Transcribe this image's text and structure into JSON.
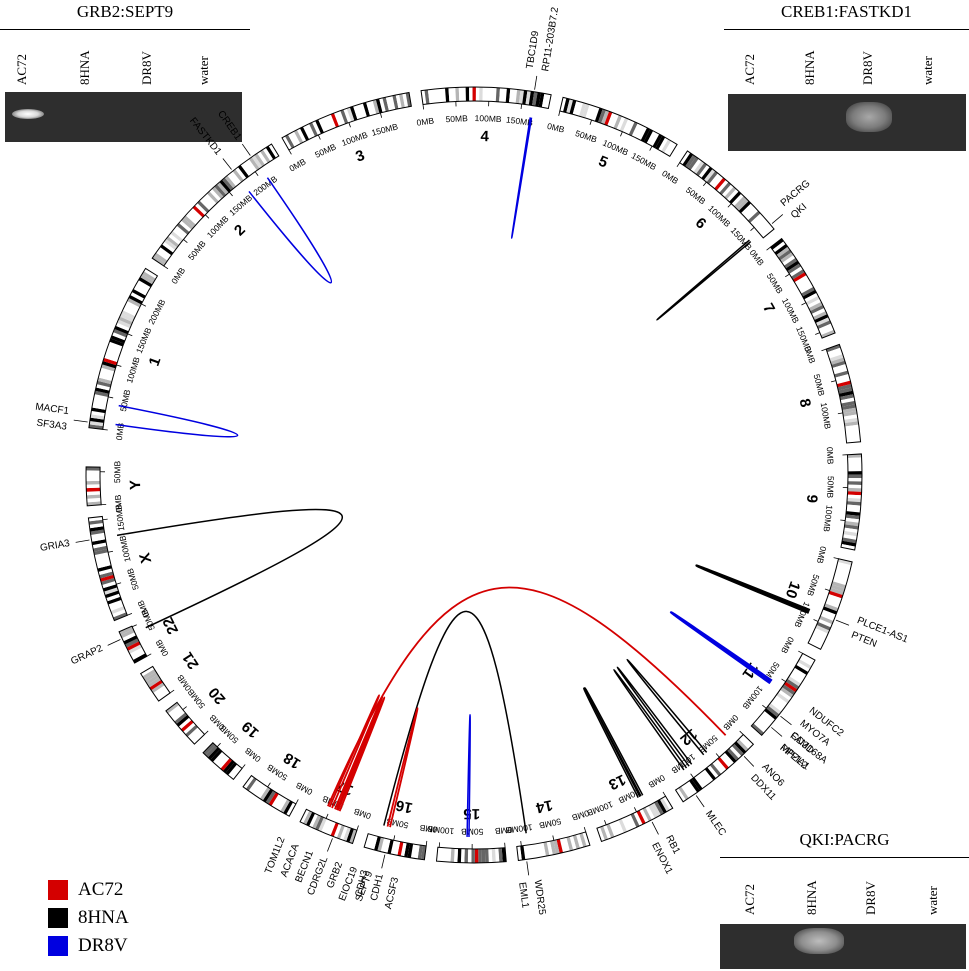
{
  "figure": {
    "chromosomes": [
      {
        "name": "1",
        "size": 249,
        "ticks": [
          "0MB",
          "50MB",
          "100MB",
          "150MB",
          "200MB"
        ]
      },
      {
        "name": "2",
        "size": 243,
        "ticks": [
          "0MB",
          "50MB",
          "100MB",
          "150MB",
          "200MB"
        ]
      },
      {
        "name": "3",
        "size": 198,
        "ticks": [
          "0MB",
          "50MB",
          "100MB",
          "150MB"
        ]
      },
      {
        "name": "4",
        "size": 191,
        "ticks": [
          "0MB",
          "50MB",
          "100MB",
          "150MB"
        ]
      },
      {
        "name": "5",
        "size": 181,
        "ticks": [
          "0MB",
          "50MB",
          "100MB",
          "150MB"
        ]
      },
      {
        "name": "6",
        "size": 171,
        "ticks": [
          "0MB",
          "50MB",
          "100MB",
          "150MB"
        ]
      },
      {
        "name": "7",
        "size": 159,
        "ticks": [
          "0MB",
          "50MB",
          "100MB",
          "150MB"
        ]
      },
      {
        "name": "8",
        "size": 146,
        "ticks": [
          "0MB",
          "50MB",
          "100MB"
        ]
      },
      {
        "name": "9",
        "size": 141,
        "ticks": [
          "0MB",
          "50MB",
          "100MB"
        ]
      },
      {
        "name": "10",
        "size": 136,
        "ticks": [
          "0MB",
          "50MB",
          "100MB"
        ]
      },
      {
        "name": "11",
        "size": 135,
        "ticks": [
          "0MB",
          "50MB",
          "100MB"
        ]
      },
      {
        "name": "12",
        "size": 133,
        "ticks": [
          "0MB",
          "50MB",
          "100MB"
        ]
      },
      {
        "name": "13",
        "size": 115,
        "ticks": [
          "0MB",
          "50MB",
          "100MB"
        ]
      },
      {
        "name": "14",
        "size": 107,
        "ticks": [
          "0MB",
          "50MB",
          "100MB"
        ]
      },
      {
        "name": "15",
        "size": 102,
        "ticks": [
          "0MB",
          "50MB",
          "100MB"
        ]
      },
      {
        "name": "16",
        "size": 90,
        "ticks": [
          "0MB",
          "50MB"
        ]
      },
      {
        "name": "17",
        "size": 83,
        "ticks": [
          "0MB",
          "50MB"
        ]
      },
      {
        "name": "18",
        "size": 80,
        "ticks": [
          "0MB",
          "50MB"
        ]
      },
      {
        "name": "19",
        "size": 59,
        "ticks": [
          "0MB",
          "50MB"
        ]
      },
      {
        "name": "20",
        "size": 64,
        "ticks": [
          "0MB",
          "50MB"
        ]
      },
      {
        "name": "21",
        "size": 48,
        "ticks": [
          "0MB"
        ]
      },
      {
        "name": "22",
        "size": 51,
        "ticks": [
          "0MB",
          "50MB"
        ]
      },
      {
        "name": "X",
        "size": 155,
        "ticks": [
          "0MB",
          "50MB",
          "100MB",
          "150MB"
        ]
      },
      {
        "name": "Y",
        "size": 57,
        "ticks": [
          "0MB",
          "50MB"
        ]
      }
    ],
    "gene_labels": [
      {
        "chrom": "1",
        "pos": 8,
        "genes": [
          "SF3A3",
          "MACF1"
        ]
      },
      {
        "chrom": "2",
        "pos": 174,
        "genes": [
          "FASTKD1"
        ]
      },
      {
        "chrom": "2",
        "pos": 208,
        "genes": [
          "CREB1"
        ]
      },
      {
        "chrom": "4",
        "pos": 166,
        "genes": [
          "TBC1D9",
          "RP11-203B7.2"
        ]
      },
      {
        "chrom": "6",
        "pos": 163,
        "genes": [
          "PACRG",
          "QKI"
        ]
      },
      {
        "chrom": "10",
        "pos": 88,
        "genes": [
          "PLCE1-AS1",
          "PTEN"
        ]
      },
      {
        "chrom": "11",
        "pos": 96,
        "genes": [
          "NDUFC2",
          "MYO7A",
          "FAM168A",
          "PPFIA1"
        ]
      },
      {
        "chrom": "11",
        "pos": 117,
        "genes": [
          "CD3D",
          "MPZL2"
        ]
      },
      {
        "chrom": "12",
        "pos": 22,
        "genes": [
          "ANO6",
          "DDX11"
        ]
      },
      {
        "chrom": "12",
        "pos": 112,
        "genes": [
          "MLEC"
        ]
      },
      {
        "chrom": "13",
        "pos": 36,
        "genes": [
          "RB1",
          "ENOX1"
        ]
      },
      {
        "chrom": "14",
        "pos": 95,
        "genes": [
          "WDR25",
          "EML1"
        ]
      },
      {
        "chrom": "16",
        "pos": 58,
        "genes": [
          "ACSF3",
          "CDH1",
          "CDH3"
        ]
      },
      {
        "chrom": "17",
        "pos": 30,
        "genes": [
          "SEPT9",
          "EIOC19",
          "GRB2",
          "CDRG2L",
          "BECN1",
          "ACACA",
          "TOM1L2"
        ]
      },
      {
        "chrom": "22",
        "pos": 40,
        "genes": [
          "GRAP2"
        ]
      },
      {
        "chrom": "X",
        "pos": 123,
        "genes": [
          "GRIA3"
        ]
      }
    ],
    "links": [
      {
        "sample": "DR8V",
        "from": [
          "1",
          40
        ],
        "to": [
          "1",
          10
        ]
      },
      {
        "sample": "DR8V",
        "from": [
          "2",
          174
        ],
        "to": [
          "2",
          210
        ]
      },
      {
        "sample": "DR8V",
        "from": [
          "4",
          166
        ],
        "to": [
          "4",
          168
        ]
      },
      {
        "sample": "DR8V",
        "from": [
          "15",
          55
        ],
        "to": [
          "15",
          58
        ]
      },
      {
        "sample": "DR8V",
        "from": [
          "11",
          60
        ],
        "to": [
          "11",
          64
        ]
      },
      {
        "sample": "DR8V",
        "from": [
          "11",
          62
        ],
        "to": [
          "11",
          66
        ]
      },
      {
        "sample": "8HNA",
        "from": [
          "X",
          123
        ],
        "to": [
          "22",
          40
        ]
      },
      {
        "sample": "8HNA",
        "from": [
          "6",
          163
        ],
        "to": [
          "6",
          160
        ]
      },
      {
        "sample": "8HNA",
        "from": [
          "10",
          88
        ],
        "to": [
          "10",
          92
        ]
      },
      {
        "sample": "8HNA",
        "from": [
          "10",
          90
        ],
        "to": [
          "10",
          94
        ]
      },
      {
        "sample": "8HNA",
        "from": [
          "13",
          30
        ],
        "to": [
          "13",
          35
        ]
      },
      {
        "sample": "8HNA",
        "from": [
          "13",
          33
        ],
        "to": [
          "13",
          38
        ]
      },
      {
        "sample": "8HNA",
        "from": [
          "12",
          60
        ],
        "to": [
          "12",
          66
        ]
      },
      {
        "sample": "8HNA",
        "from": [
          "12",
          90
        ],
        "to": [
          "12",
          95
        ]
      },
      {
        "sample": "8HNA",
        "from": [
          "12",
          100
        ],
        "to": [
          "12",
          105
        ]
      },
      {
        "sample": "8HNA",
        "from": [
          "16",
          70
        ],
        "to": [
          "14",
          90
        ]
      },
      {
        "sample": "AC72",
        "from": [
          "17",
          35
        ],
        "to": [
          "17",
          38
        ]
      },
      {
        "sample": "AC72",
        "from": [
          "17",
          40
        ],
        "to": [
          "17",
          43
        ]
      },
      {
        "sample": "AC72",
        "from": [
          "17",
          48
        ],
        "to": [
          "17",
          52
        ]
      },
      {
        "sample": "AC72",
        "from": [
          "16",
          60
        ],
        "to": [
          "16",
          64
        ]
      },
      {
        "sample": "AC72",
        "from": [
          "17",
          55
        ],
        "to": [
          "12",
          20
        ]
      }
    ]
  },
  "colors": {
    "AC72": "#d40000",
    "8HNA": "#000000",
    "DR8V": "#0000e0"
  },
  "legend": [
    {
      "label": "AC72",
      "color": "#d40000"
    },
    {
      "label": "8HNA",
      "color": "#000000"
    },
    {
      "label": "DR8V",
      "color": "#0000e0"
    }
  ],
  "gels": {
    "grb2": {
      "title": "GRB2:SEPT9",
      "lanes": [
        "AC72",
        "8HNA",
        "DR8V",
        "water"
      ],
      "band_lane": "AC72"
    },
    "creb1": {
      "title": "CREB1:FASTKD1",
      "lanes": [
        "AC72",
        "8HNA",
        "DR8V",
        "water"
      ],
      "band_lane": "DR8V"
    },
    "qki": {
      "title": "QKI:PACRG",
      "lanes": [
        "AC72",
        "8HNA",
        "DR8V",
        "water"
      ],
      "band_lane": "8HNA"
    }
  }
}
